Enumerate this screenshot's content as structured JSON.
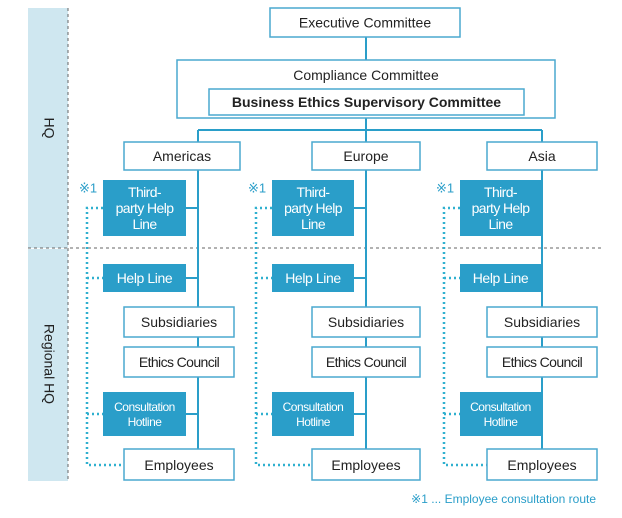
{
  "colors": {
    "accent": "#2a9ec9",
    "box_border": "#4aa9cf",
    "filled_box": "#2a9ec9",
    "filled_text": "#ffffff",
    "sidebar": "#cfe7f0",
    "dotted": "#2fb0cf",
    "text": "#222222",
    "note": "#2a9ec9"
  },
  "sidebar": {
    "top_label": "HQ",
    "bottom_label": "Regional HQ"
  },
  "top": {
    "executive": "Executive Committee",
    "compliance": "Compliance Committee",
    "ethics_supervisory": "Business Ethics Supervisory Committee"
  },
  "regions": [
    {
      "name": "Americas",
      "note_marker": "※1",
      "third_party": [
        "Third-",
        "party Help",
        "Line"
      ],
      "help_line": "Help Line",
      "subsidiaries": "Subsidiaries",
      "ethics_council": "Ethics Council",
      "hotline": [
        "Consultation",
        "Hotline"
      ],
      "employees": "Employees"
    },
    {
      "name": "Europe",
      "note_marker": "※1",
      "third_party": [
        "Third-",
        "party Help",
        "Line"
      ],
      "help_line": "Help Line",
      "subsidiaries": "Subsidiaries",
      "ethics_council": "Ethics Council",
      "hotline": [
        "Consultation",
        "Hotline"
      ],
      "employees": "Employees"
    },
    {
      "name": "Asia",
      "note_marker": "※1",
      "third_party": [
        "Third-",
        "party Help",
        "Line"
      ],
      "help_line": "Help Line",
      "subsidiaries": "Subsidiaries",
      "ethics_council": "Ethics Council",
      "hotline": [
        "Consultation",
        "Hotline"
      ],
      "employees": "Employees"
    }
  ],
  "footnote": "※1 ... Employee consultation route"
}
